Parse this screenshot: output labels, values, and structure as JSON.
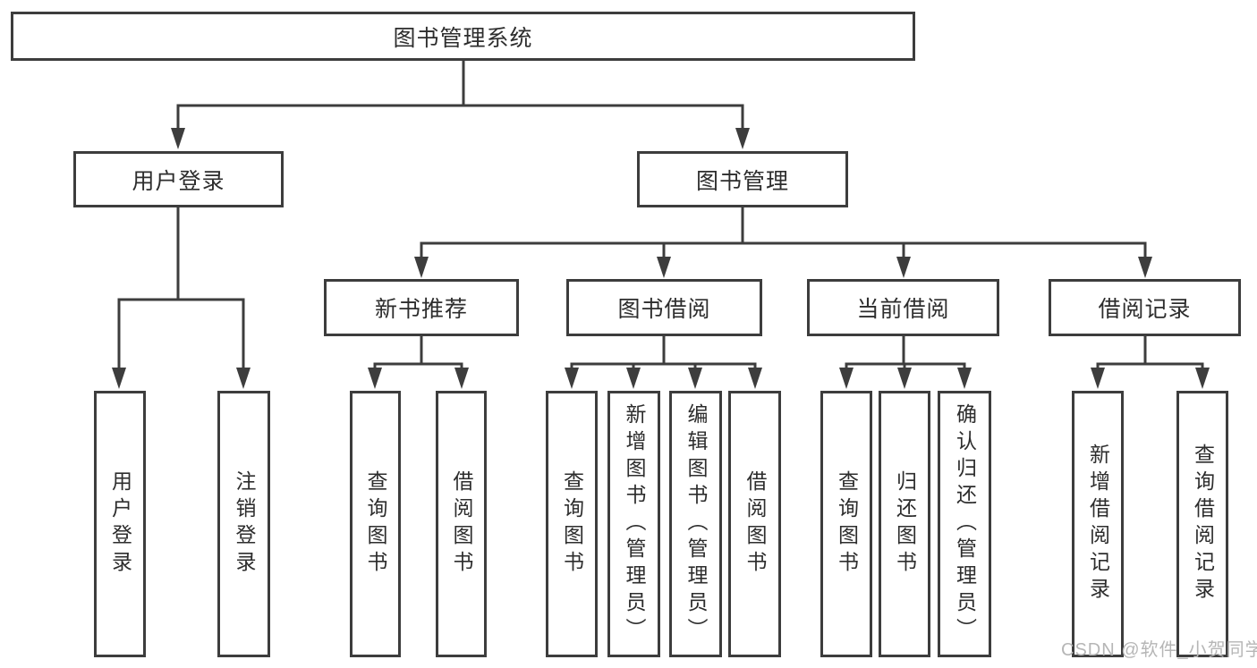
{
  "tree": {
    "root": {
      "label": "图书管理系统"
    },
    "branches": [
      {
        "label": "用户登录",
        "children": [
          {
            "label": "用户登录"
          },
          {
            "label": "注销登录"
          }
        ]
      },
      {
        "label": "图书管理",
        "children": [
          {
            "label": "新书推荐",
            "children": [
              {
                "label": "查询图书"
              },
              {
                "label": "借阅图书"
              }
            ]
          },
          {
            "label": "图书借阅",
            "children": [
              {
                "label": "查询图书"
              },
              {
                "label": "新增图书（管理员）"
              },
              {
                "label": "编辑图书（管理员）"
              },
              {
                "label": "借阅图书"
              }
            ]
          },
          {
            "label": "当前借阅",
            "children": [
              {
                "label": "查询图书"
              },
              {
                "label": "归还图书"
              },
              {
                "label": "确认归还（管理员）"
              }
            ]
          },
          {
            "label": "借阅记录",
            "children": [
              {
                "label": "新增借阅记录"
              },
              {
                "label": "查询借阅记录"
              }
            ]
          }
        ]
      }
    ]
  },
  "watermark": {
    "text": "CSDN @软件_小贺同学"
  },
  "colors": {
    "line": "#3d3d3d",
    "text": "#2d2d2d",
    "watermark": "#b6b6b6",
    "background": "#ffffff"
  }
}
